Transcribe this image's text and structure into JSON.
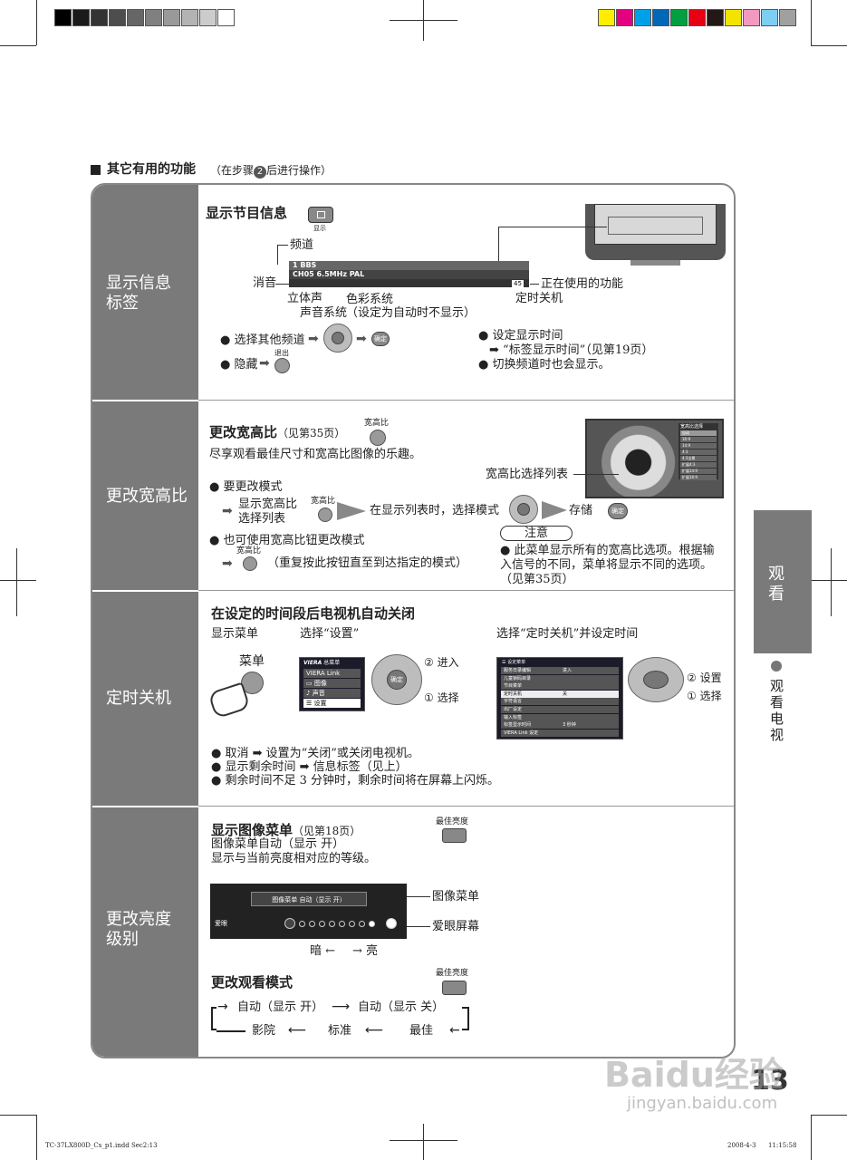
{
  "header": {
    "title": "其它有用的功能",
    "note": "（在步骤",
    "step": "2",
    "note2": "后进行操作）"
  },
  "colors": {
    "section_bg": "#7a7a7a",
    "frame_border": "#888888"
  },
  "registration_gray": [
    "#000000",
    "#1a1a1a",
    "#333333",
    "#4d4d4d",
    "#666666",
    "#808080",
    "#999999",
    "#b3b3b3",
    "#cccccc",
    "#ffffff"
  ],
  "registration_color": [
    "#ffee00",
    "#e4007f",
    "#00a0e9",
    "#0068b7",
    "#00a040",
    "#e60012",
    "#231815",
    "#f3e300",
    "#f09ac0",
    "#7ecef4",
    "#a0a0a0"
  ],
  "sections": {
    "info": {
      "label": "显示信息标签",
      "title": "显示节目信息",
      "btn_label": "显示",
      "channel_label": "频道",
      "bar_line1": "1 BBS",
      "bar_line2": "CH05    6.5MHz    PAL",
      "timer_value": "45",
      "mute": "消音",
      "stereo": "立体声",
      "sound_system": "声音系统",
      "color_system": "色彩系统",
      "color_note": "（设定为自动时不显示）",
      "in_use": "正在使用的功能",
      "timer_off": "定时关机",
      "select_other": "选择其他频道",
      "ok_label": "确定",
      "hide": "隐藏",
      "exit_label": "退出",
      "set_time": "设定显示时间",
      "set_time_ref": "“标签显示时间”（见第19页）",
      "also_show": "切换频道时也会显示。"
    },
    "aspect": {
      "label": "更改宽高比",
      "title": "更改宽高比",
      "ref": "（见第35页）",
      "btn_label": "宽高比",
      "desc": "尽享观看最佳尺寸和宽高比图像的乐趣。",
      "list_label": "宽高比选择列表",
      "list_menu_title": "宽高比选择",
      "list_items": [
        "自动",
        "16:9",
        "14:9",
        "4:3",
        "4:3全景",
        "扩展4:3",
        "扩展14:9",
        "扩展16:9"
      ],
      "change_mode": "要更改模式",
      "show_list": "显示宽高比选择列表",
      "when_shown": "在显示列表时，选择模式",
      "store": "存储",
      "also_btn": "也可使用宽高比钮更改模式",
      "repeat_note": "（重复按此按钮直至到达指定的模式）",
      "caution": "注意",
      "caution_text": "此菜单显示所有的宽高比选项。根据输入信号的不同，菜单将显示不同的选项。（见第35页）"
    },
    "timer": {
      "label": "定时关机",
      "title": "在设定的时间段后电视机自动关闭",
      "step1": "显示菜单",
      "step2": "选择“设置”",
      "step3": "选择“定时关机”并设定时间",
      "menu_btn": "菜单",
      "main_menu_title": "总菜单",
      "main_menu_items": [
        "VIERA Link",
        "图像",
        "声音",
        "设置"
      ],
      "enter": "② 进入",
      "select": "① 选择",
      "setup_title": "设定菜单",
      "setup_items": [
        "服务日录编辑",
        "儿童锁码目录",
        "节目菜单",
        "定时关机",
        "字符语言",
        "出厂设定",
        "输入标签",
        "标签显示时间",
        "VIERA Link 设定"
      ],
      "setup_values": [
        "进入",
        "",
        "",
        "关",
        "",
        "",
        "",
        "3 秒钟",
        ""
      ],
      "set": "② 设置",
      "select2": "① 选择",
      "cancel": "取消 ➡ 设置为“关闭”或关闭电视机。",
      "remaining": "显示剩余时间 ➡ 信息标签（见上）",
      "flash": "剩余时间不足 3 分钟时，剩余时间将在屏幕上闪烁。"
    },
    "brightness": {
      "label": "更改亮度级别",
      "title": "显示图像菜单",
      "ref": "（见第18页）",
      "btn_label": "最佳亮度",
      "line1": "图像菜单自动（显示 开）",
      "line2": "显示与当前亮度相对应的等级。",
      "osd_menu": "图像菜单 自动（显示 开）",
      "osd_eye": "爱眼",
      "menu_callout": "图像菜单",
      "eye_callout": "爱眼屏幕",
      "dark": "暗 ←",
      "bright": "→ 亮",
      "mode_title": "更改观看模式",
      "mode_btn": "最佳亮度",
      "auto_on": "自动（显示 开）",
      "auto_off": "自动（显示 关）",
      "cinema": "影院",
      "standard": "标准",
      "best": "最佳"
    }
  },
  "side": {
    "tab": "观看",
    "sub": "观看电视"
  },
  "page_number": "13",
  "watermark": {
    "main": "Baidu经验",
    "url": "jingyan.baidu.com"
  },
  "footer": {
    "file": "TC-37LX800D_Cs_p1.indd  Sec2:13",
    "date": "2008-4-3",
    "time": "11:15:58"
  }
}
